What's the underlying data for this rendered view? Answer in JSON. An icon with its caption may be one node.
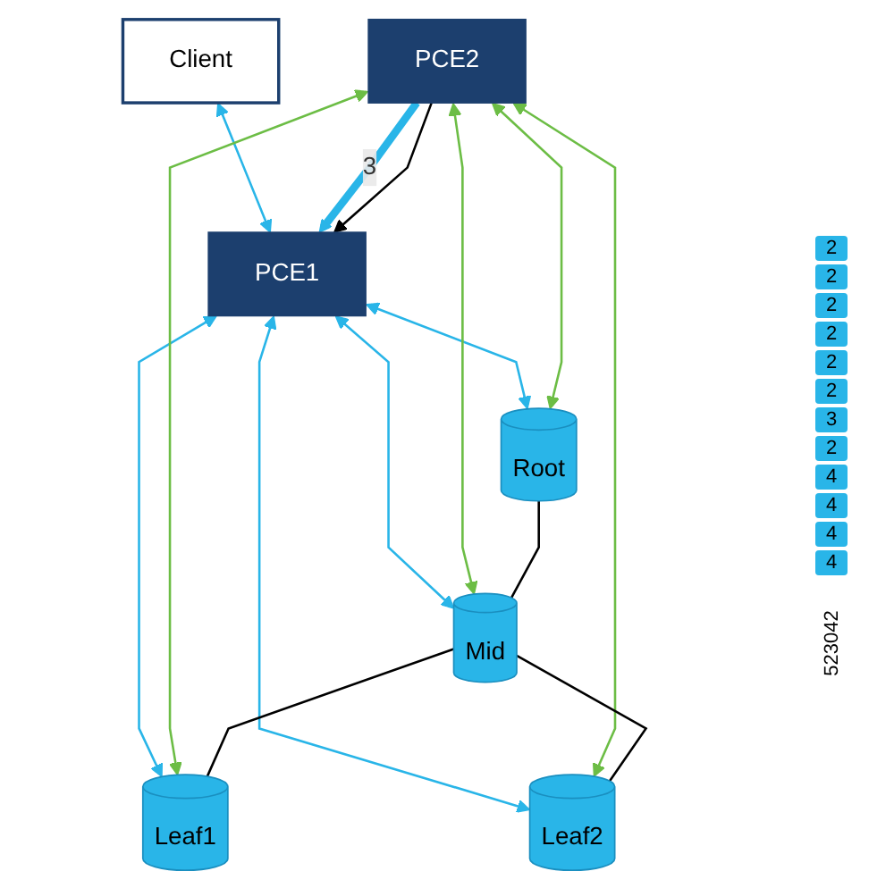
{
  "diagram": {
    "nodes": [
      {
        "text": [
          "Client"
        ]
      },
      {
        "text": [
          "PCE1"
        ]
      },
      {
        "text": [
          "PCE2"
        ]
      },
      {
        "text": [
          "Root"
        ]
      },
      {
        "text": [
          "Mid"
        ]
      },
      {
        "text": [
          "Leaf1"
        ]
      },
      {
        "text": [
          "Leaf2"
        ]
      }
    ],
    "edges": [
      {
        "from": 0,
        "to": 1,
        "arrow": "both",
        "color": "#29b5e8"
      },
      {
        "from": 2,
        "to": 1,
        "arrow": "to",
        "label": "3",
        "style": "thick",
        "color": "#29b5e8"
      },
      {
        "from": 2,
        "to": 1,
        "arrow": "to",
        "color": "#000000"
      },
      {
        "from": 1,
        "to": 3,
        "arrow": "both",
        "color": "#29b5e8"
      },
      {
        "from": 1,
        "to": 4,
        "arrow": "both",
        "color": "#29b5e8"
      },
      {
        "from": 1,
        "to": 5,
        "arrow": "both",
        "color": "#29b5e8"
      },
      {
        "from": 1,
        "to": 6,
        "arrow": "both",
        "color": "#29b5e8"
      },
      {
        "from": 2,
        "to": 3,
        "arrow": "both",
        "color": "#6cbd45"
      },
      {
        "from": 2,
        "to": 4,
        "arrow": "both",
        "color": "#6cbd45"
      },
      {
        "from": 2,
        "to": 5,
        "arrow": "both",
        "color": "#6cbd45"
      },
      {
        "from": 2,
        "to": 6,
        "arrow": "both",
        "color": "#6cbd45"
      },
      {
        "from": 3,
        "to": 4,
        "arrow": "none",
        "color": "#000000"
      },
      {
        "from": 4,
        "to": 5,
        "arrow": "none",
        "color": "#000000"
      },
      {
        "from": 4,
        "to": 6,
        "arrow": "none",
        "color": "#000000"
      }
    ],
    "labels": [
      "2",
      "2",
      "2",
      "2",
      "2",
      "2",
      "3",
      "2",
      "4",
      "4",
      "4",
      "4",
      "523042"
    ]
  }
}
